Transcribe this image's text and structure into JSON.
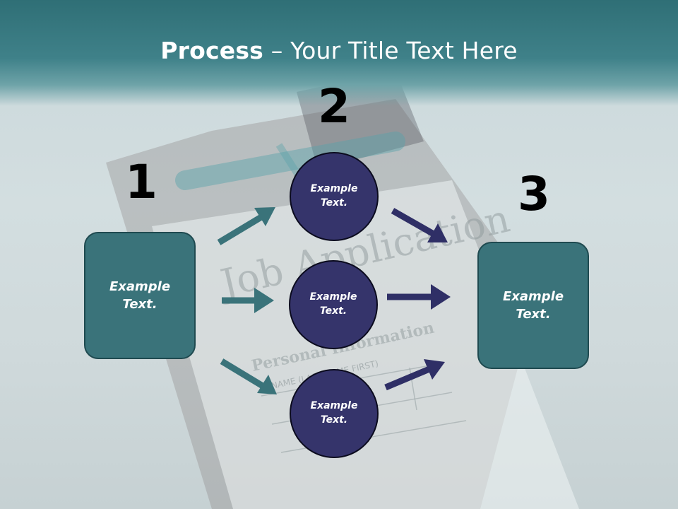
{
  "slide": {
    "title_bold": "Process",
    "title_rest": " – Your Title Text Here",
    "background_words": {
      "heading": "Job Application",
      "section": "Personal Information",
      "field": "NAME (LAST NAME FIRST)"
    },
    "numbers": [
      "1",
      "2",
      "3"
    ],
    "left_box": "Example\nText.",
    "right_box": "Example\nText.",
    "circles": [
      "Example\nText.",
      "Example\nText.",
      "Example\nText."
    ]
  },
  "colors": {
    "header": "#3f8189",
    "box_fill": "#3a737a",
    "circle_fill": "#35346b",
    "teal_arrow": "#3a737a",
    "navy_arrow": "#2f2f66"
  }
}
